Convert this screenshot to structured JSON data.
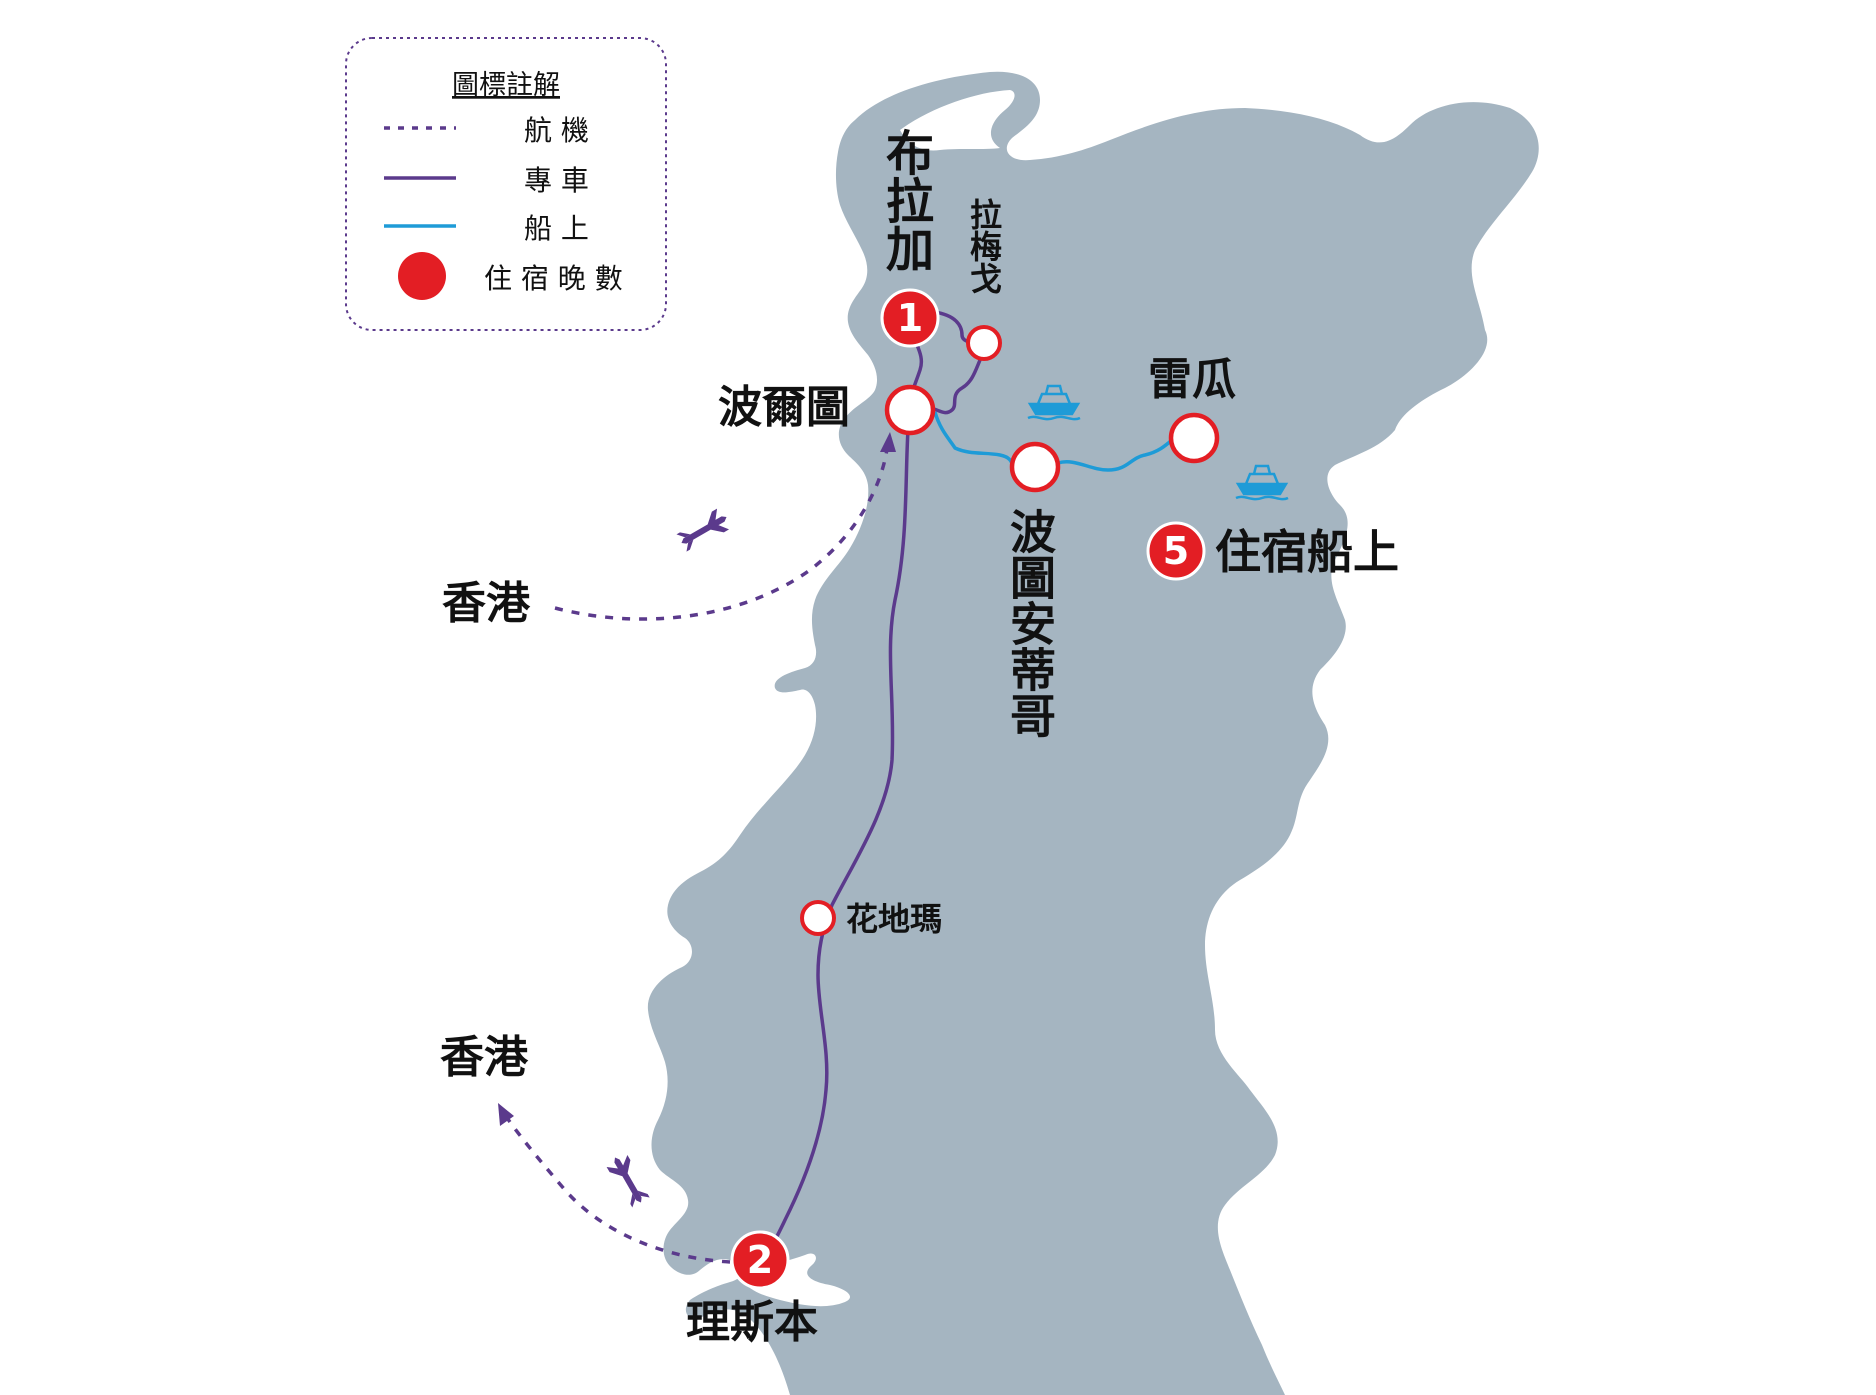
{
  "legend": {
    "title": "圖標註解",
    "items": [
      {
        "label": "航 機",
        "style": "dashed",
        "color": "#5b3a8c"
      },
      {
        "label": "專 車",
        "style": "solid",
        "color": "#5b3a8c"
      },
      {
        "label": "船 上",
        "style": "solid",
        "color": "#1e9bd7"
      },
      {
        "label": "住 宿 晚 數",
        "style": "dot",
        "color": "#e31e24"
      }
    ]
  },
  "cities": {
    "braga": "布拉加",
    "lamego": "拉梅戈",
    "porto": "波爾圖",
    "regua": "雷瓜",
    "pinhao": "波圖安蒂哥",
    "fatima": "花地瑪",
    "lisbon": "理斯本",
    "hongkong_north": "香港",
    "hongkong_south": "香港"
  },
  "nights": {
    "braga": "1",
    "lisbon": "2",
    "cruise": "5"
  },
  "cruise_stay_label": "住宿船上",
  "colors": {
    "land": "#a5b5c1",
    "flight": "#5b3a8c",
    "coach": "#5b3a8c",
    "boat": "#1e9bd7",
    "nights_marker": "#e31e24",
    "stop_ring": "#e31e24"
  },
  "icons": [
    "airplane-icon",
    "cruise-ship-icon"
  ]
}
